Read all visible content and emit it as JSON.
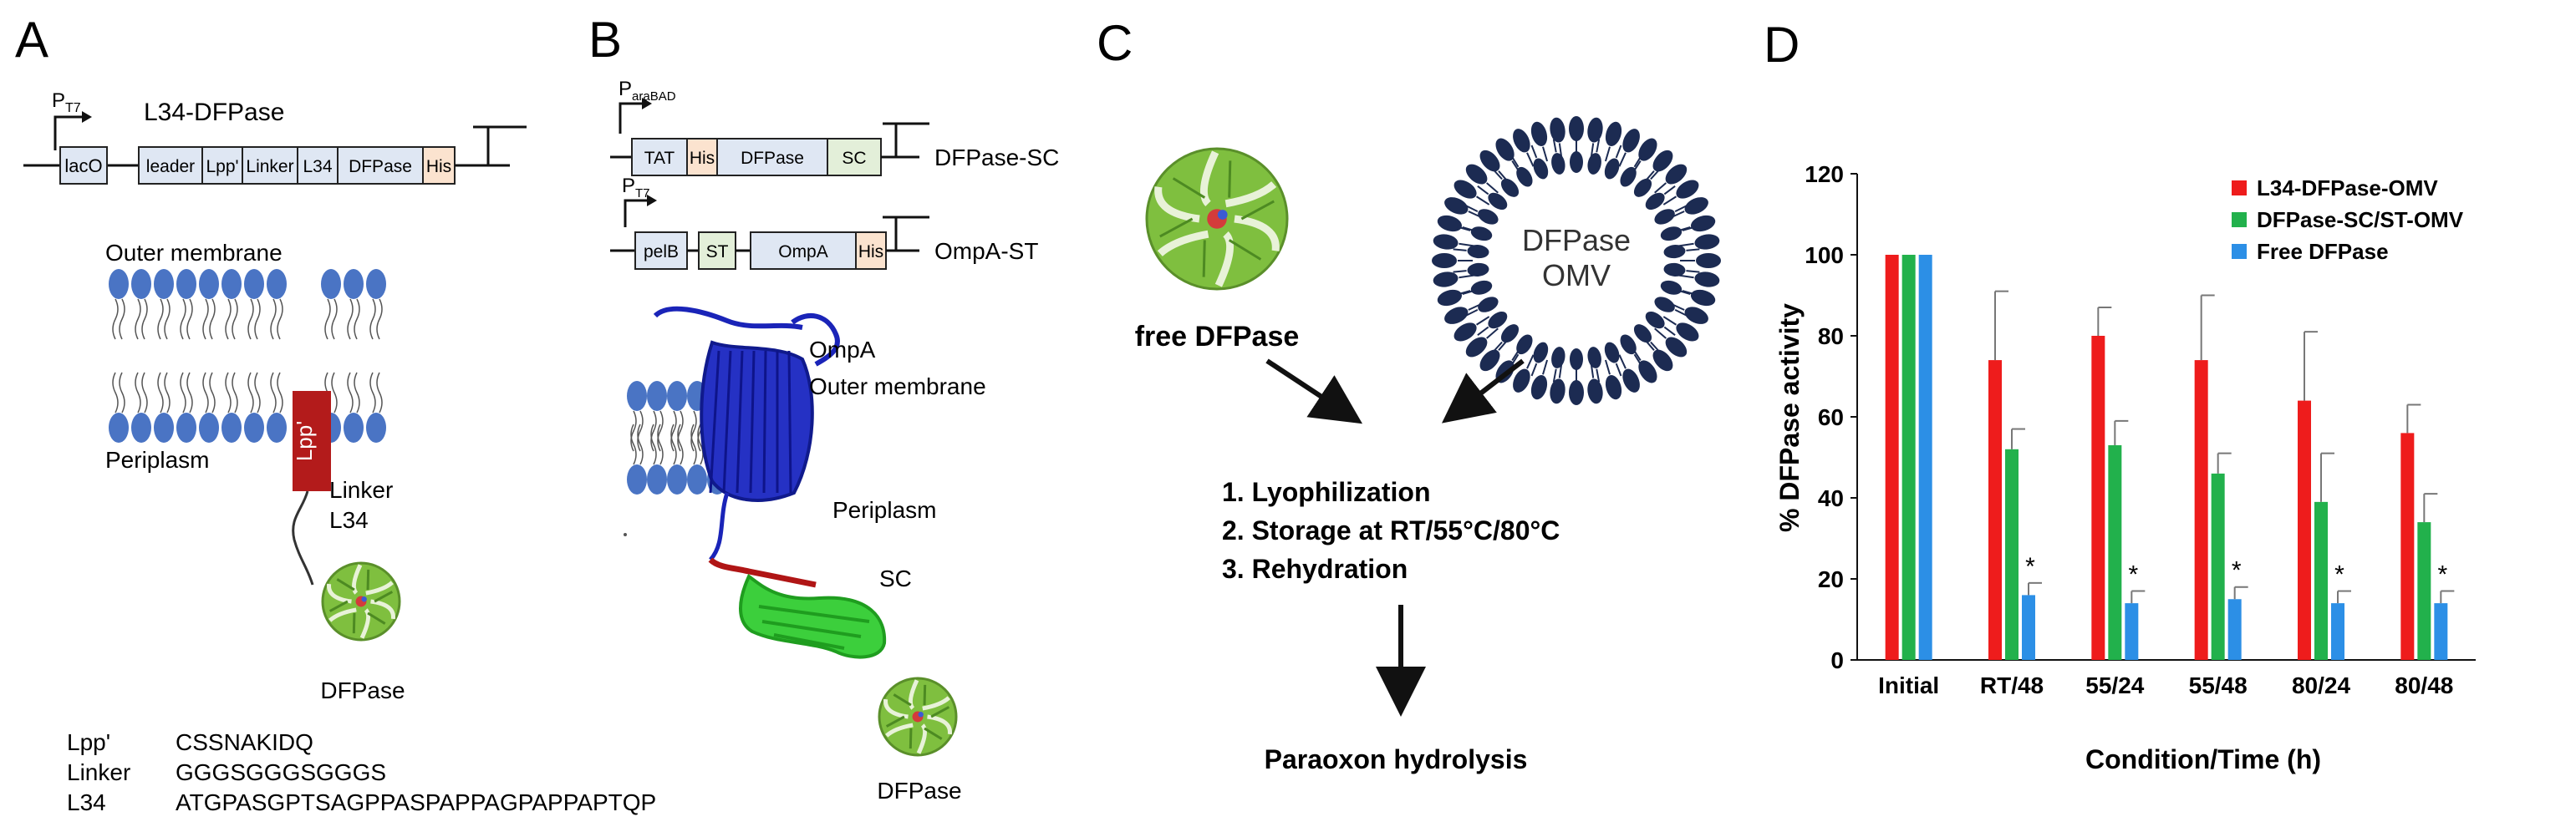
{
  "panelA": {
    "letter": "A",
    "promoter": "P",
    "promoter_sub": "T7",
    "construct_title": "L34-DFPase",
    "segments": [
      "lacO",
      "leader",
      "Lpp'",
      "Linker",
      "L34",
      "DFPase",
      "His"
    ],
    "outer_membrane": "Outer membrane",
    "periplasm": "Periplasm",
    "lpp_box": "Lpp'",
    "linker": "Linker",
    "l34": "L34",
    "protein_label": "DFPase",
    "sequences": [
      {
        "name": "Lpp'",
        "seq": "CSSNAKIDQ"
      },
      {
        "name": "Linker",
        "seq": "GGGSGGGSGGGS"
      },
      {
        "name": "L34",
        "seq": "ATGPASGPTSAGPPASPAPPAGPAPPAPTQP"
      }
    ]
  },
  "panelB": {
    "letter": "B",
    "promoter1": "P",
    "promoter1_sub": "araBAD",
    "construct1_segments": [
      "TAT",
      "His",
      "DFPase",
      "SC"
    ],
    "construct1_name": "DFPase-SC",
    "promoter2": "P",
    "promoter2_sub": "T7",
    "construct2_segments": [
      "pelB",
      "ST",
      "OmpA",
      "His"
    ],
    "construct2_name": "OmpA-ST",
    "ompa": "OmpA",
    "outer_membrane": "Outer membrane",
    "periplasm": "Periplasm",
    "sc": "SC",
    "protein_label": "DFPase"
  },
  "panelC": {
    "letter": "C",
    "free_label": "free DFPase",
    "omv_line1": "DFPase",
    "omv_line2": "OMV",
    "steps": [
      "1. Lyophilization",
      "2. Storage at RT/55°C/80°C",
      "3. Rehydration"
    ],
    "result": "Paraoxon hydrolysis"
  },
  "colors": {
    "membrane_blue": "#4a74c4",
    "lpp_red": "#b31b1b",
    "his_fill": "#fbe3cf",
    "segment_fill": "#dfe7f3",
    "sc_fill": "#e3efd9",
    "ompa_blue": "#1a24b8",
    "sc_red": "#b01515",
    "green": "#2ec42e",
    "omv_navy": "#1c2b52"
  },
  "chart_data": {
    "type": "bar",
    "panel_letter": "D",
    "title": "",
    "xlabel": "Condition/Time (h)",
    "ylabel": "% DFPase activity",
    "ylim": [
      0,
      120
    ],
    "yticks": [
      0,
      20,
      40,
      60,
      80,
      100,
      120
    ],
    "categories": [
      "Initial",
      "RT/48",
      "55/24",
      "55/48",
      "80/24",
      "80/48"
    ],
    "legend_position": "top-right",
    "grid": false,
    "series": [
      {
        "name": "L34-DFPase-OMV",
        "color": "#ee1c1c",
        "values": [
          100,
          74,
          80,
          74,
          64,
          56
        ],
        "errors": [
          0,
          17,
          7,
          16,
          17,
          7
        ]
      },
      {
        "name": "DFPase-SC/ST-OMV",
        "color": "#22b14c",
        "values": [
          100,
          52,
          53,
          46,
          39,
          34
        ],
        "errors": [
          0,
          5,
          6,
          5,
          12,
          7
        ]
      },
      {
        "name": "Free DFPase",
        "color": "#2c8fe6",
        "values": [
          100,
          16,
          14,
          15,
          14,
          14
        ],
        "errors": [
          0,
          3,
          3,
          3,
          3,
          3
        ]
      }
    ],
    "significance": [
      "",
      "*",
      "*",
      "*",
      "*",
      "*"
    ]
  }
}
